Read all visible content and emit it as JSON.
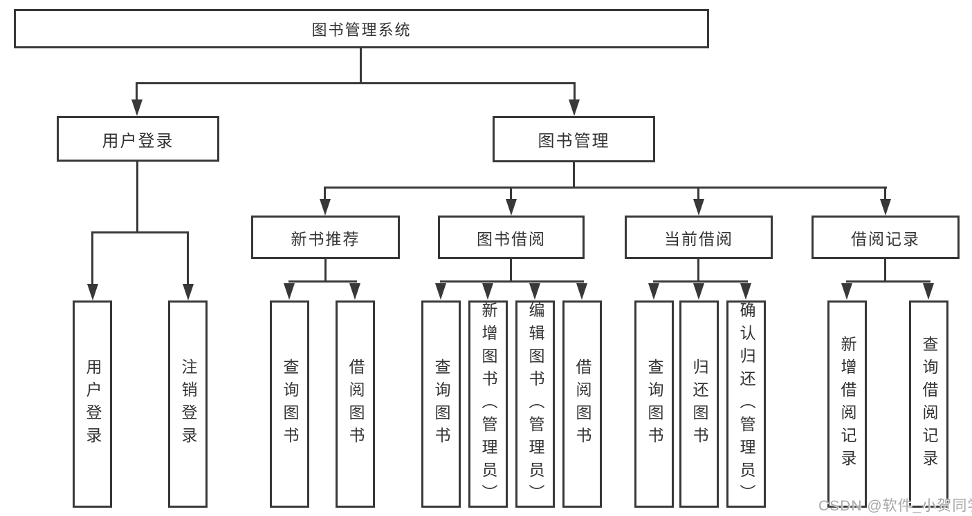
{
  "diagram": {
    "title": "图书管理系统",
    "type": "hierarchy-tree",
    "colors": {
      "line": "#383838",
      "text": "#333333",
      "background": "#ffffff",
      "watermark": "#a3a3a3"
    },
    "tree": {
      "root": {
        "label": "图书管理系统",
        "children": [
          {
            "label": "用户登录",
            "children": [
              {
                "label": "用户登录"
              },
              {
                "label": "注销登录"
              }
            ]
          },
          {
            "label": "图书管理",
            "children": [
              {
                "label": "新书推荐",
                "children": [
                  {
                    "label": "查询图书"
                  },
                  {
                    "label": "借阅图书"
                  }
                ]
              },
              {
                "label": "图书借阅",
                "children": [
                  {
                    "label": "查询图书"
                  },
                  {
                    "label": "新增图书（管理员）"
                  },
                  {
                    "label": "编辑图书（管理员）"
                  },
                  {
                    "label": "借阅图书"
                  }
                ]
              },
              {
                "label": "当前借阅",
                "children": [
                  {
                    "label": "查询图书"
                  },
                  {
                    "label": "归还图书"
                  },
                  {
                    "label": "确认归还（管理员）"
                  }
                ]
              },
              {
                "label": "借阅记录",
                "children": [
                  {
                    "label": "新增借阅记录"
                  },
                  {
                    "label": "查询借阅记录"
                  }
                ]
              }
            ]
          }
        ]
      }
    },
    "watermark": {
      "text": "CSDN @软件_小贺同学"
    }
  }
}
